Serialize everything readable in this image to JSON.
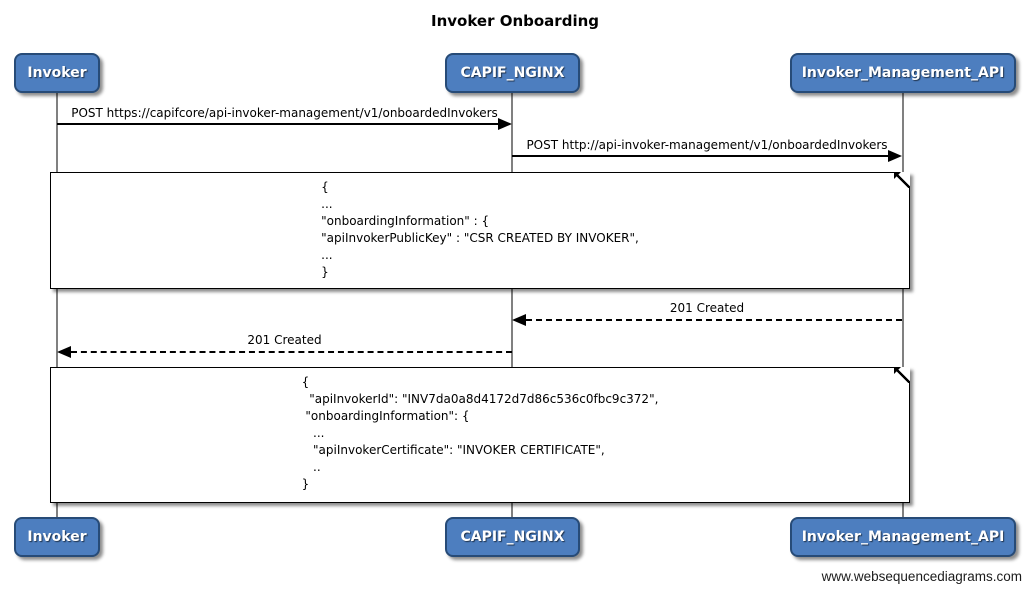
{
  "title": "Invoker Onboarding",
  "watermark": "www.websequencediagrams.com",
  "actors": [
    {
      "id": "invoker",
      "label": "Invoker"
    },
    {
      "id": "capif-nginx",
      "label": "CAPIF_NGINX"
    },
    {
      "id": "invoker-management-api",
      "label": "Invoker_Management_API"
    }
  ],
  "messages": [
    {
      "from": "Invoker",
      "to": "CAPIF_NGINX",
      "style": "solid",
      "label": "POST https://capifcore/api-invoker-management/v1/onboardedInvokers"
    },
    {
      "from": "CAPIF_NGINX",
      "to": "Invoker_Management_API",
      "style": "solid",
      "label": "POST http://api-invoker-management/v1/onboardedInvokers"
    },
    {
      "from": "Invoker_Management_API",
      "to": "CAPIF_NGINX",
      "style": "dashed",
      "label": "201 Created"
    },
    {
      "from": "CAPIF_NGINX",
      "to": "Invoker",
      "style": "dashed",
      "label": "201 Created"
    }
  ],
  "notes": [
    {
      "text": "{\n...\n\"onboardingInformation\" : {\n\"apiInvokerPublicKey\" : \"CSR CREATED BY INVOKER\",\n...\n}"
    },
    {
      "text": "{\n  \"apiInvokerId\": \"INV7da0a8d4172d7d86c536c0fbc9c372\",\n \"onboardingInformation\": {\n   ...\n   \"apiInvokerCertificate\": \"INVOKER CERTIFICATE\",\n   ..\n}"
    }
  ],
  "colors": {
    "actor_fill": "#4d7ebf",
    "actor_border": "#274b77",
    "actor_text": "#ffffff",
    "lifeline": "#808080",
    "arrow": "#000000",
    "note_bg": "#ffffff",
    "note_border": "#000000"
  }
}
